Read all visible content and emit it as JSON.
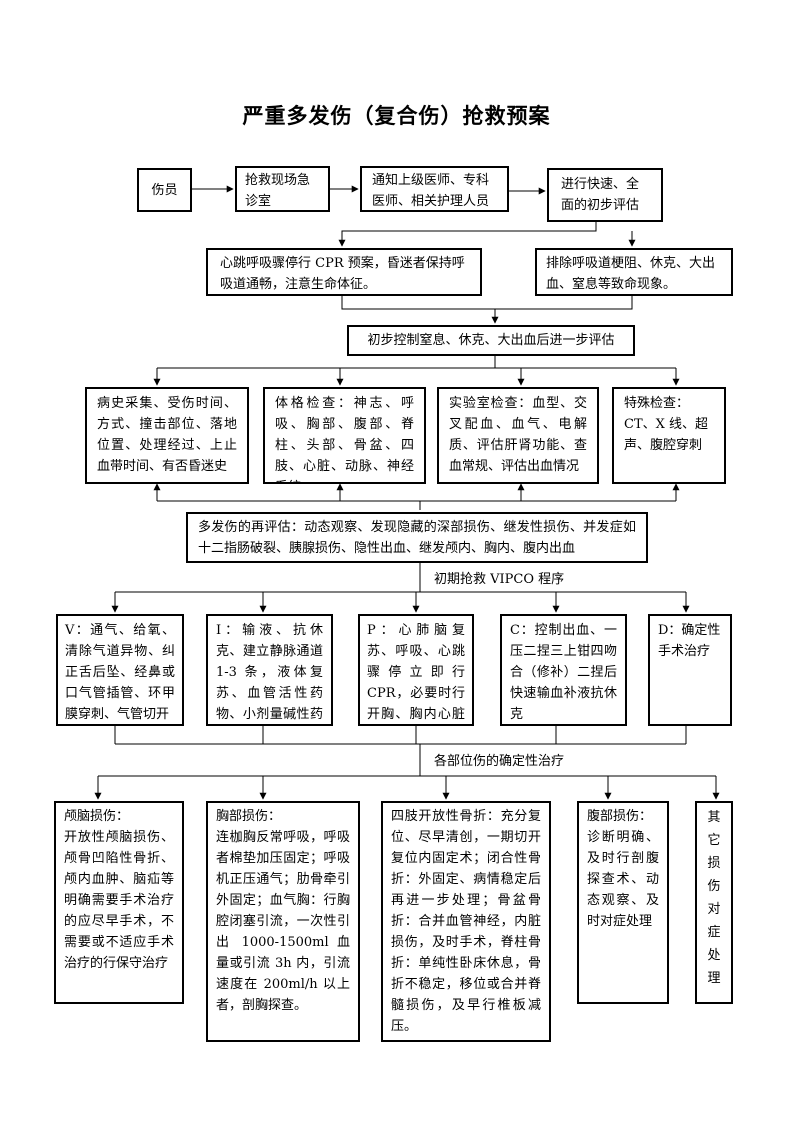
{
  "title": "严重多发伤（复合伤）抢救预案",
  "row1": {
    "wounded": "伤员",
    "scene": "抢救现场急诊室",
    "notify": "通知上级医师、专科医师、相关护理人员",
    "assess": "进行快速、全面的初步评估"
  },
  "row2": {
    "cpr": "心跳呼吸骤停行 CPR 预案，昏迷者保持呼吸道通畅，注意生命体征。",
    "exclude": "排除呼吸道梗阻、休克、大出血、窒息等致命现象。"
  },
  "control": "初步控制窒息、休克、大出血后进一步评估",
  "exams": {
    "history": "病史采集、受伤时间、方式、撞击部位、落地位置、处理经过、上止血带时间、有否昏迷史",
    "physical": "体格检查：神志、呼吸、胸部、腹部、脊柱、头部、骨盆、四肢、心脏、动脉、神经系统",
    "lab": "实验室检查：血型、交叉配血、血气、电解质、评估肝肾功能、查血常规、评估出血情况",
    "special": "特殊检查：CT、X 线、超声、腹腔穿刺"
  },
  "reassess": "多发伤的再评估：动态观察、发现隐藏的深部损伤、继发性损伤、并发症如十二指肠破裂、胰腺损伤、隐性出血、继发颅内、胸内、腹内出血",
  "vipco_label": "初期抢救 VIPCO 程序",
  "vipco": {
    "v": "V：通气、给氧、清除气道异物、纠正舌后坠、经鼻或口气管插管、环甲膜穿刺、气管切开",
    "i": "I：输液、抗休克、建立静脉通道 1-3 条，液体复苏、血管活性药物、小剂量碱性药物",
    "p": "P：心肺脑复苏、呼吸、心跳骤停立即行 CPR，必要时行开胸、胸内心脏按压",
    "c": "C：控制出血、一压二捏三上钳四吻合（修补）二捏后快速输血补液抗休克",
    "d": "D：确定性手术治疗"
  },
  "definitive_label": "各部位伤的确定性治疗",
  "treatments": {
    "head_title": "颅脑损伤：",
    "head": "开放性颅脑损伤、颅骨凹陷性骨折、颅内血肿、脑疝等明确需要手术治疗的应尽早手术，不需要或不适应手术治疗的行保守治疗",
    "chest_title": "胸部损伤：",
    "chest": "连枷胸反常呼吸，呼吸者棉垫加压固定；呼吸机正压通气；肋骨牵引外固定；血气胸：行胸腔闭塞引流，一次性引出 1000-1500ml 血量或引流 3h 内，引流速度在 200ml/h 以上者，剖胸探查。",
    "limb": "四肢开放性骨折：充分复位、尽早清创，一期切开复位内固定术；闭合性骨折：外固定、病情稳定后再进一步处理；骨盆骨折：合并血管神经，内脏损伤，及时手术，脊柱骨折：单纯性卧床休息，骨折不稳定，移位或合并脊髓损伤，及早行椎板减压。",
    "abdomen_title": "腹部损伤：",
    "abdomen": "诊断明确、及时行剖腹探查术、动态观察、及时对症处理",
    "other": "其它损伤对症处理"
  }
}
